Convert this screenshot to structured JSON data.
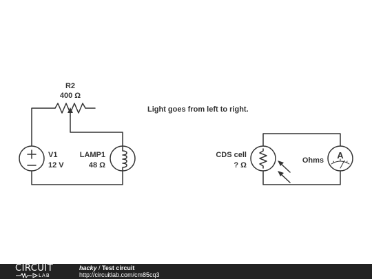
{
  "schematic": {
    "r2": {
      "name": "R2",
      "value": "400 Ω"
    },
    "v1": {
      "name": "V1",
      "value": "12 V"
    },
    "lamp1": {
      "name": "LAMP1",
      "value": "48 Ω"
    },
    "cds": {
      "name": "CDS cell",
      "value": "? Ω"
    },
    "ohmmeter": {
      "label": "Ohms",
      "symbol": "A"
    },
    "note": "Light goes from left to right."
  },
  "footer": {
    "logo_top": "CIRCUIT",
    "logo_bottom": "LAB",
    "user": "hacky",
    "separator": " / ",
    "title": "Test circuit",
    "url": "http://circuitlab.com/cm85cq3"
  }
}
